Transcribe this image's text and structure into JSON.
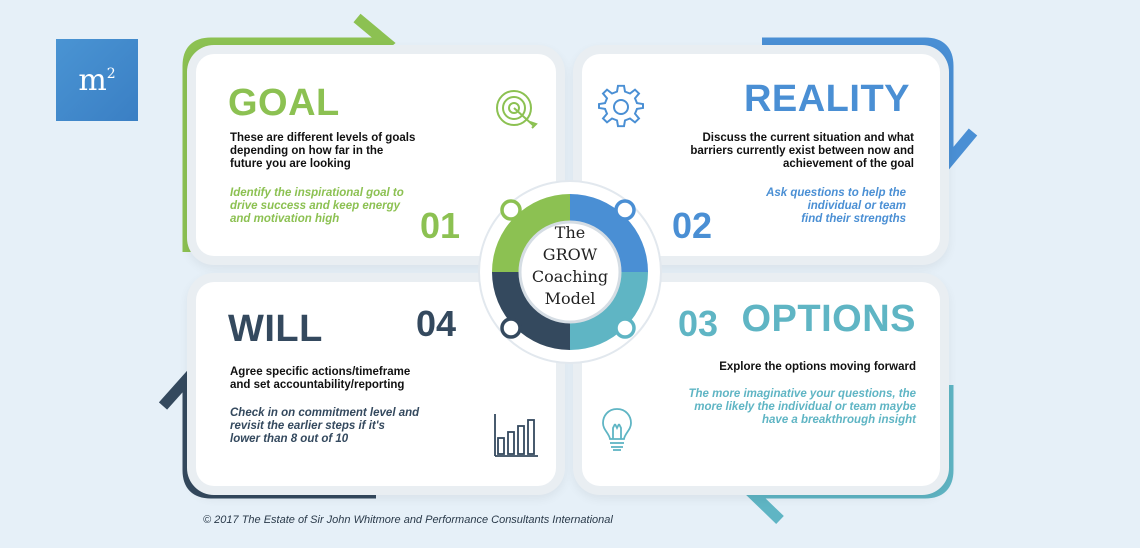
{
  "logo": {
    "text": "m",
    "superscript": "2"
  },
  "center": {
    "line1": "The",
    "line2": "GROW",
    "line3": "Coaching",
    "line4": "Model"
  },
  "goal": {
    "title": "GOAL",
    "number": "01",
    "description": [
      "These are different levels of goals",
      "depending on how far in the",
      "future you are looking"
    ],
    "note": [
      "Identify the inspirational goal to",
      "drive success and keep energy",
      "and motivation high"
    ],
    "icon": "target-icon"
  },
  "reality": {
    "title": "REALITY",
    "number": "02",
    "description": [
      "Discuss the current situation and what",
      "barriers currently exist between now and",
      "achievement of the goal"
    ],
    "note": [
      "Ask questions to help the",
      "individual or team",
      "find their strengths"
    ],
    "icon": "gear-icon"
  },
  "options": {
    "title": "OPTIONS",
    "number": "03",
    "description": [
      "Explore the options moving forward"
    ],
    "note": [
      "The more imaginative your questions, the",
      "more likely the individual or team maybe",
      "have a breakthrough insight"
    ],
    "icon": "lightbulb-icon"
  },
  "will": {
    "title": "WILL",
    "number": "04",
    "description": [
      "Agree specific actions/timeframe",
      "and set accountability/reporting"
    ],
    "note": [
      "Check in on commitment level and",
      "revisit the earlier steps if it's",
      "lower than 8 out of 10"
    ],
    "icon": "bar-chart-icon"
  },
  "credit": "© 2017 The Estate of Sir John Whitmore and Performance Consultants International",
  "colors": {
    "goal": "#8cc152",
    "reality": "#4a8fd4",
    "options": "#5fb5c4",
    "will": "#34495e"
  }
}
